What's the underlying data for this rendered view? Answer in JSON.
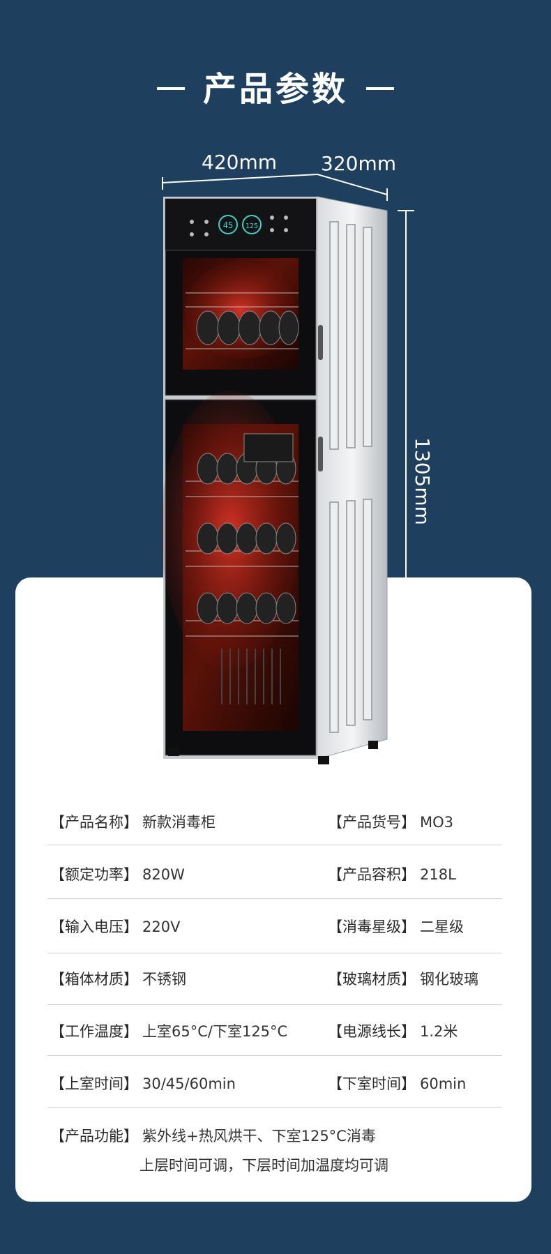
{
  "header": {
    "title": "产品参数"
  },
  "dimensions": {
    "width": "420mm",
    "depth": "320mm",
    "height": "1305mm"
  },
  "display": {
    "left_readout": "45",
    "right_readout": "125"
  },
  "specs": [
    {
      "label": "【产品名称】",
      "value": "新款消毒柜"
    },
    {
      "label": "【产品货号】",
      "value": "MO3"
    },
    {
      "label": "【额定功率】",
      "value": "820W"
    },
    {
      "label": "【产品容积】",
      "value": "218L"
    },
    {
      "label": "【输入电压】",
      "value": "220V"
    },
    {
      "label": "【消毒星级】",
      "value": "二星级"
    },
    {
      "label": "【箱体材质】",
      "value": "不锈钢"
    },
    {
      "label": "【玻璃材质】",
      "value": "钢化玻璃"
    },
    {
      "label": "【工作温度】",
      "value": "上室65°C/下室125°C"
    },
    {
      "label": "【电源线长】",
      "value": "1.2米"
    },
    {
      "label": "【上室时间】",
      "value": "30/45/60min"
    },
    {
      "label": "【下室时间】",
      "value": "60min"
    }
  ],
  "function": {
    "label": "【产品功能】",
    "line1": "紫外线+热风烘干、下室125°C消毒",
    "line2": "上层时间可调，下层时间加温度均可调"
  },
  "colors": {
    "background": "#1e3f5e",
    "card": "#ffffff",
    "glow": "#e8382a"
  }
}
